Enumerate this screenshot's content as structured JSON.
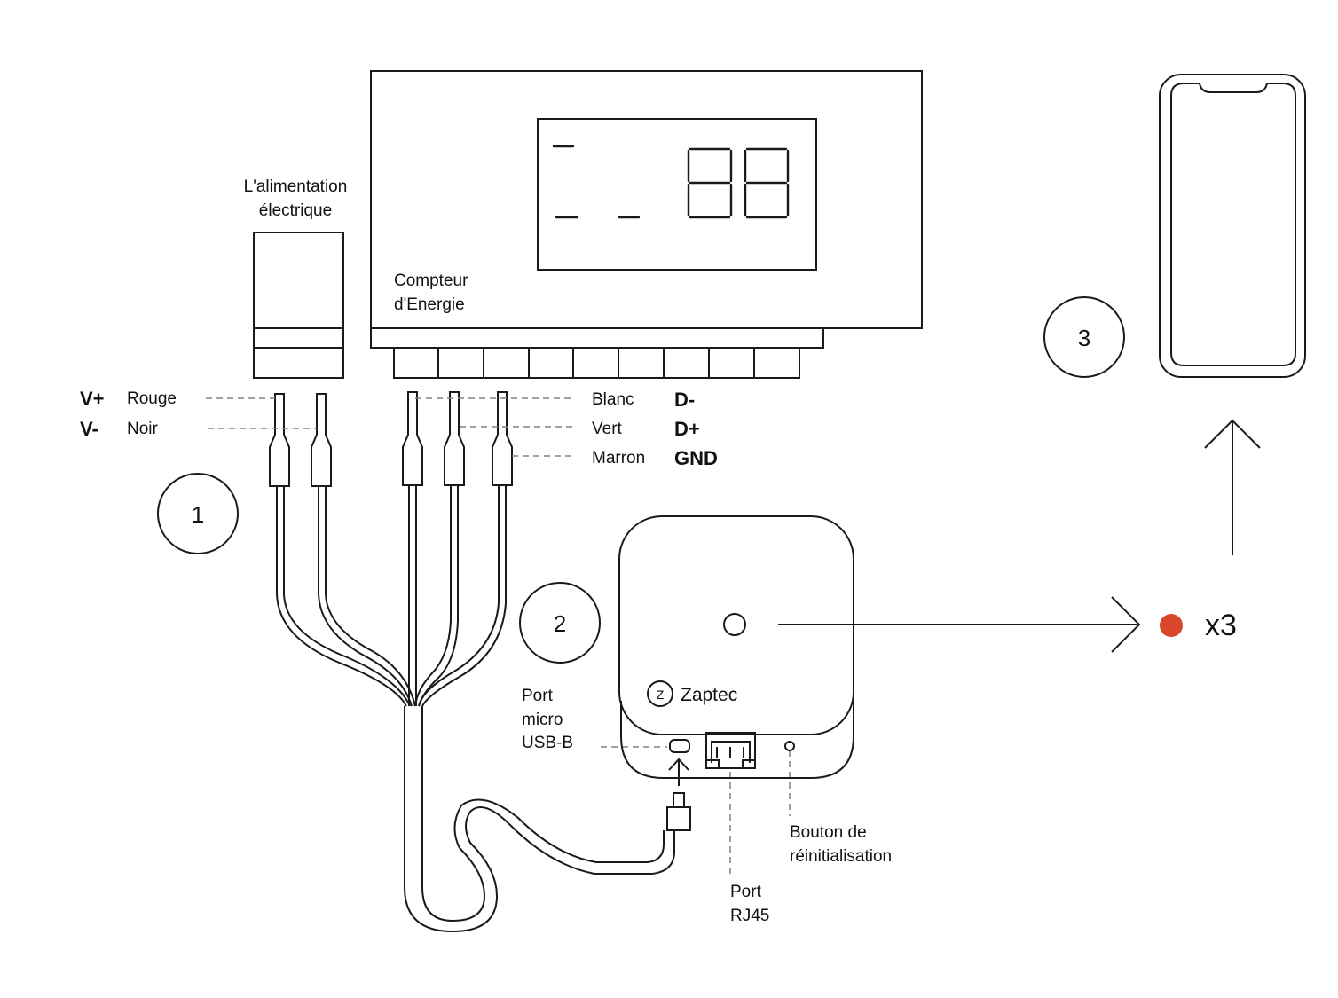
{
  "power_supply": {
    "label_line1": "L'alimentation",
    "label_line2": "électrique"
  },
  "energy_meter": {
    "label_line1": "Compteur",
    "label_line2": "d'Energie",
    "display_text": "- _ _ 88"
  },
  "wires_left": [
    {
      "signal": "V+",
      "color_name": "Rouge"
    },
    {
      "signal": "V-",
      "color_name": "Noir"
    }
  ],
  "wires_right": [
    {
      "color_name": "Blanc",
      "signal": "D-"
    },
    {
      "color_name": "Vert",
      "signal": "D+"
    },
    {
      "color_name": "Marron",
      "signal": "GND"
    }
  ],
  "steps": [
    "1",
    "2",
    "3"
  ],
  "device": {
    "brand": "Zaptec",
    "brand_logo_letter": "Z",
    "usb_port_label_lines": [
      "Port",
      "micro",
      "USB-B"
    ],
    "rj45_label_lines": [
      "Port",
      "RJ45"
    ],
    "reset_label_lines": [
      "Bouton de",
      "réinitialisation"
    ]
  },
  "indicator": {
    "color": "#d9472b",
    "count_text": "x3"
  }
}
